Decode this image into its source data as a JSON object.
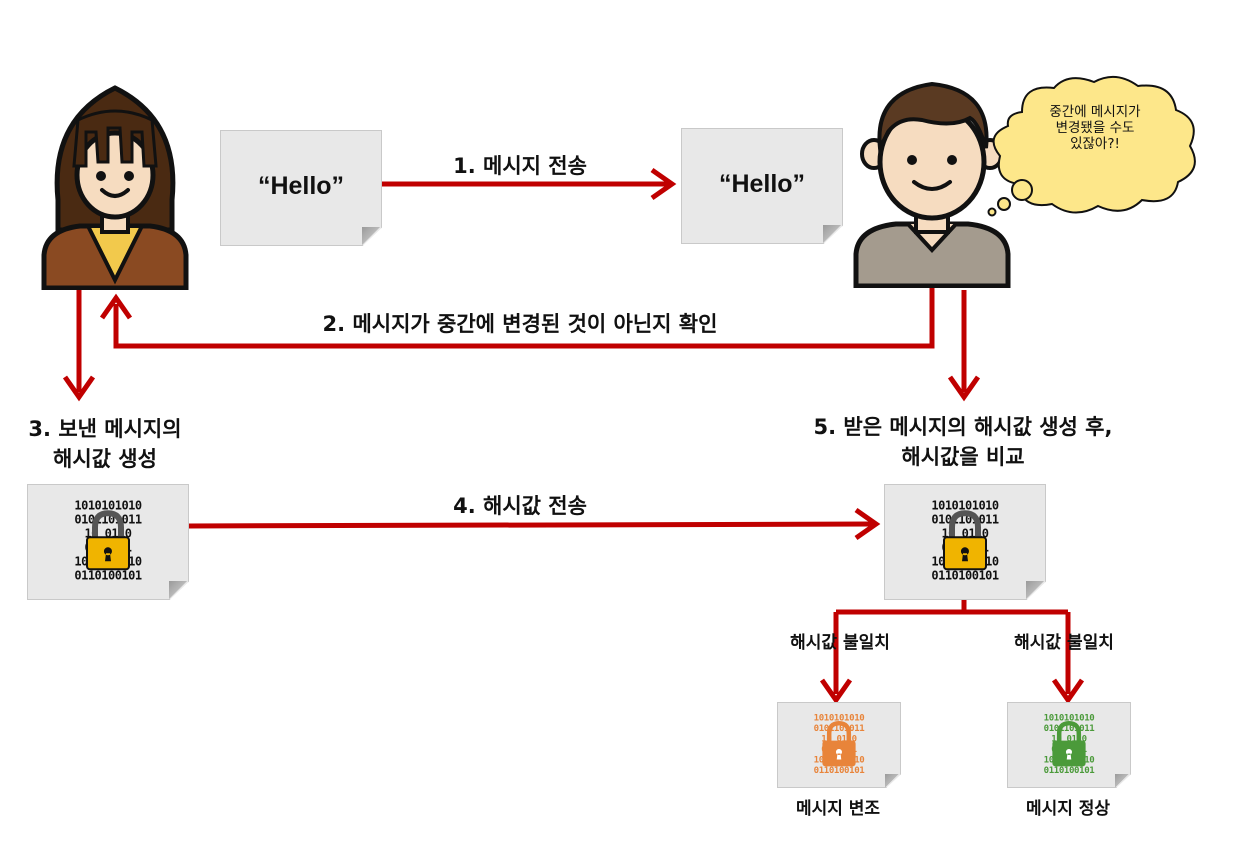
{
  "message_a": "“Hello”",
  "message_b": "“Hello”",
  "thought": [
    "중간에 메시지가",
    "변경됐을 수도",
    "있잖아?!"
  ],
  "steps": {
    "s1": "1. 메시지 전송",
    "s2": "2. 메시지가 중간에 변경된 것이 아닌지 확인",
    "s3": [
      "3. 보낸 메시지의",
      "해시값 생성"
    ],
    "s4": "4. 해시값 전송",
    "s5": [
      "5. 받은 메시지의 해시값 생성 후,",
      "해시값을 비교"
    ]
  },
  "branches": {
    "left_label": "해시값 불일치",
    "right_label": "해시값 불일치",
    "left_result": "메시지 변조",
    "right_result": "메시지 정상"
  },
  "colors": {
    "arrow": "#c00000",
    "lock": "#f0b400",
    "lock_tampered": "#e8843a",
    "lock_ok": "#4b9a3a",
    "cloud": "#fde78a"
  },
  "icons": {
    "sender": "woman-avatar-icon",
    "receiver": "man-avatar-icon",
    "hash": "padlock-binary-icon"
  }
}
